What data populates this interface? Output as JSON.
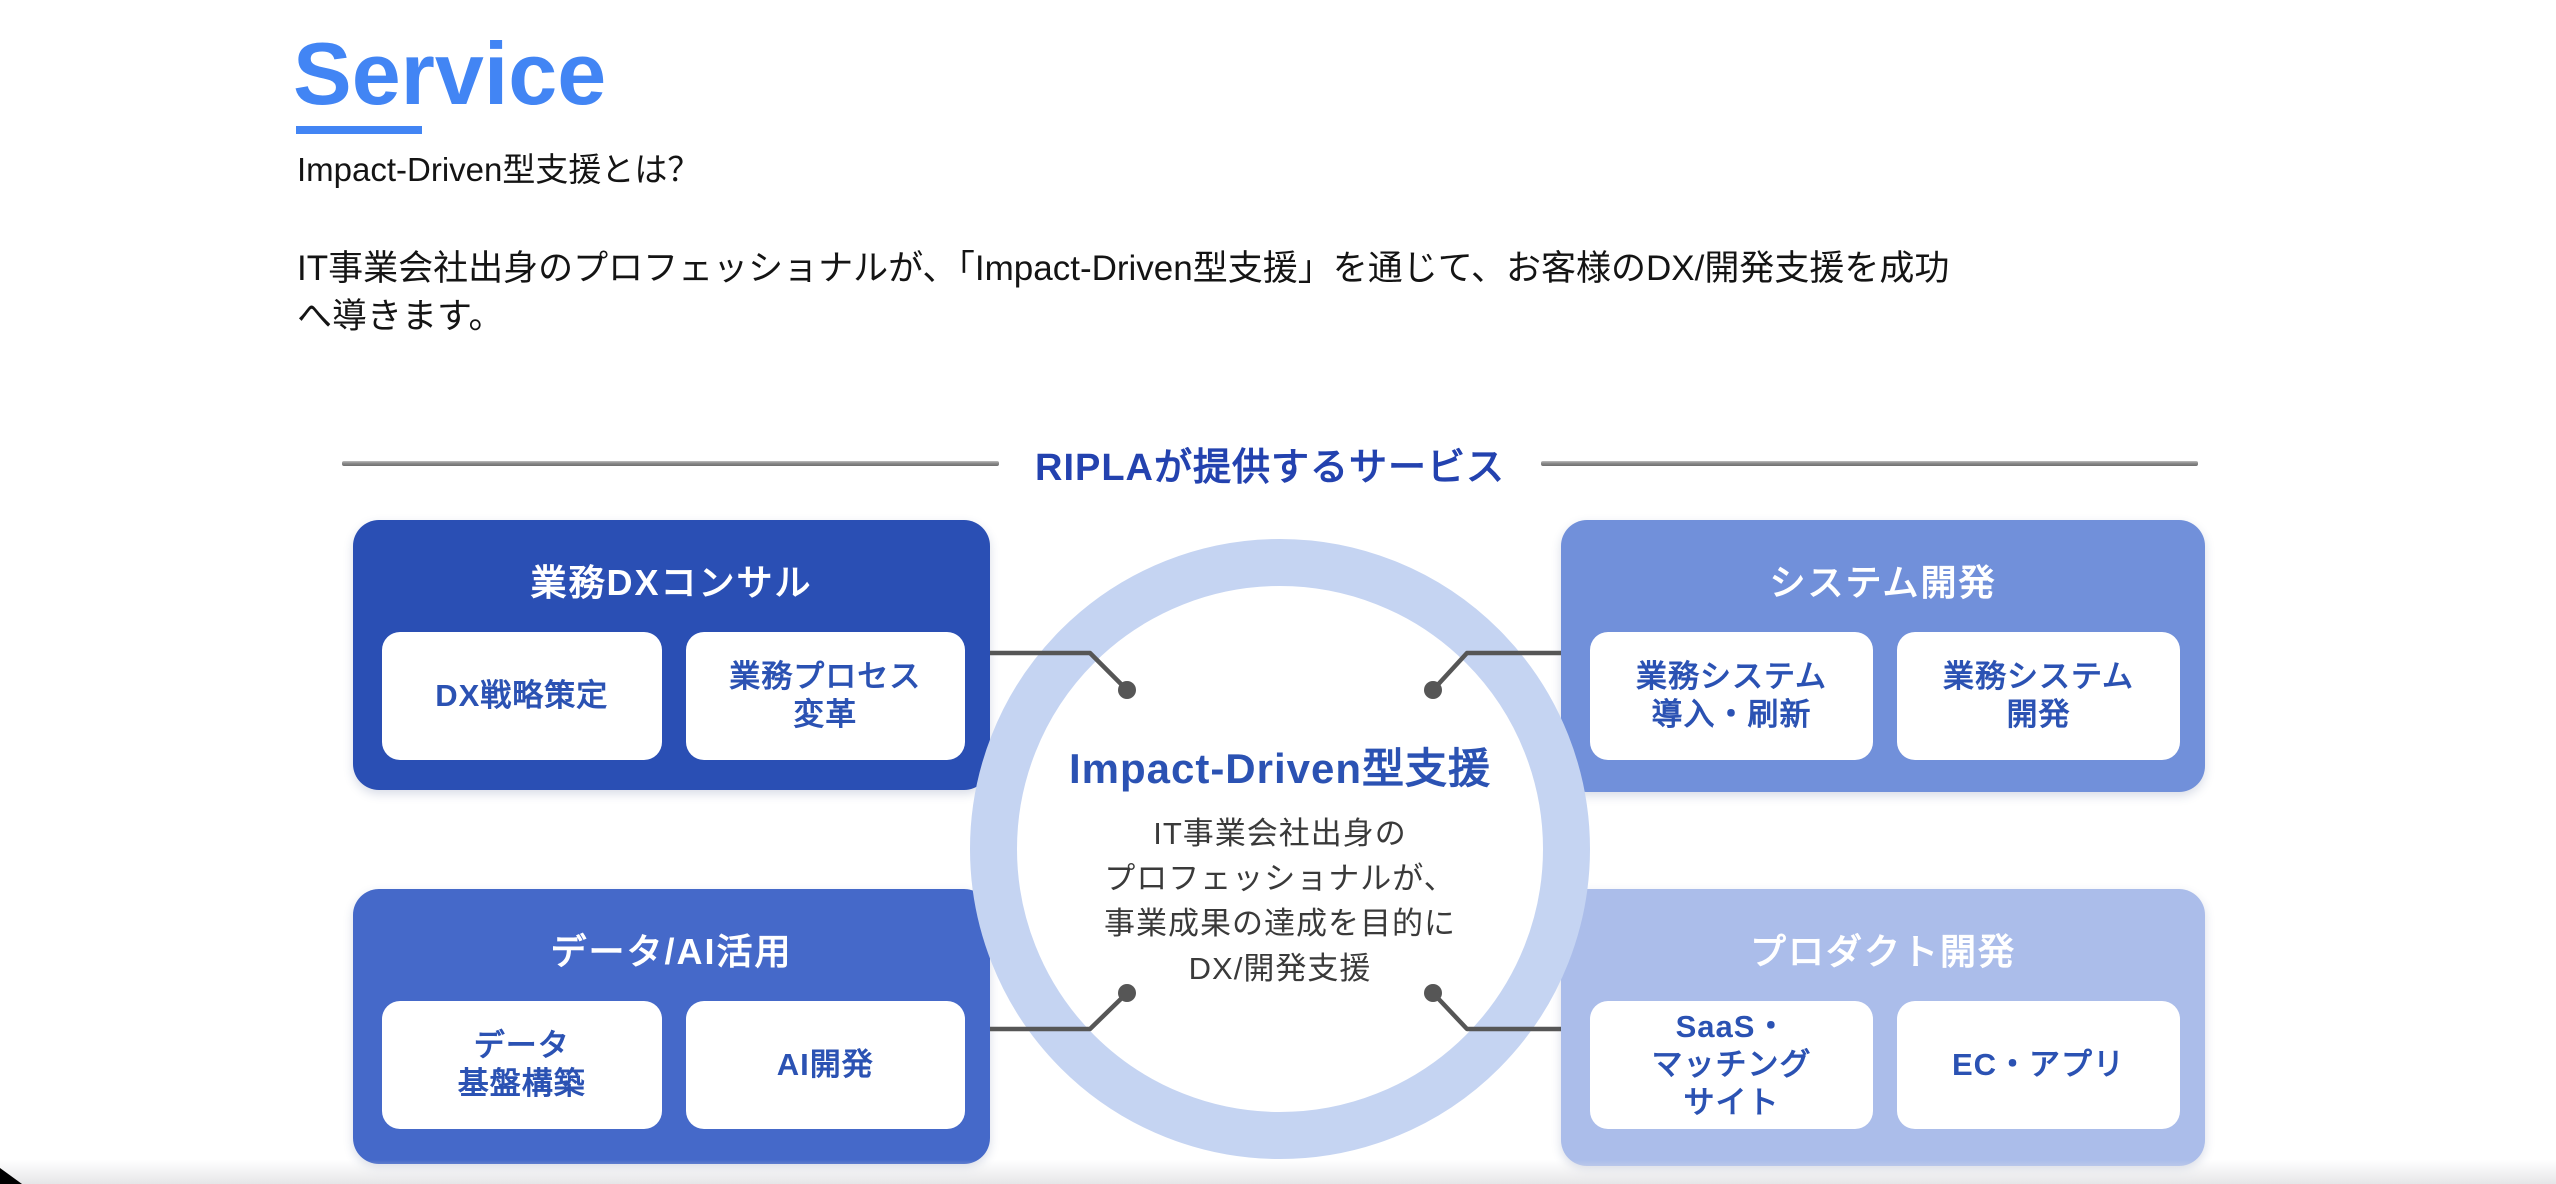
{
  "header": {
    "title": "Service",
    "subtitle": "Impact-Driven型支援とは？",
    "paragraph": "IT事業会社出身のプロフェッショナルが、「Impact-Driven型支援」を通じて、お客様のDX/開発支援を成功\nへ導きます。"
  },
  "diagram": {
    "title": "RIPLAが提供するサービス",
    "quadrants": [
      {
        "title": "業務DXコンサル",
        "items": [
          "DX戦略策定",
          "業務プロセス\n変革"
        ]
      },
      {
        "title": "システム開発",
        "items": [
          "業務システム\n導入・刷新",
          "業務システム\n開発"
        ]
      },
      {
        "title": "データ/AI活用",
        "items": [
          "データ\n基盤構築",
          "AI開発"
        ]
      },
      {
        "title": "プロダクト開発",
        "items": [
          "SaaS・\nマッチング\nサイト",
          "EC・アプリ"
        ]
      }
    ],
    "center": {
      "title": "Impact-Driven型支援",
      "description": "IT事業会社出身の\nプロフェッショナルが、\n事業成果の達成を目的に\nDX/開発支援"
    },
    "colors": {
      "accent": "#4285F4",
      "diagram_title": "#2342AF",
      "quadrant_dx_consul": "#2A4FB4",
      "quadrant_system_dev": "#7190DA",
      "quadrant_data_ai": "#4569C9",
      "quadrant_product_dev": "#ABBDEA",
      "subbox_text": "#2B52B3",
      "ring": "#C5D4F2",
      "connector": "#565656"
    }
  }
}
